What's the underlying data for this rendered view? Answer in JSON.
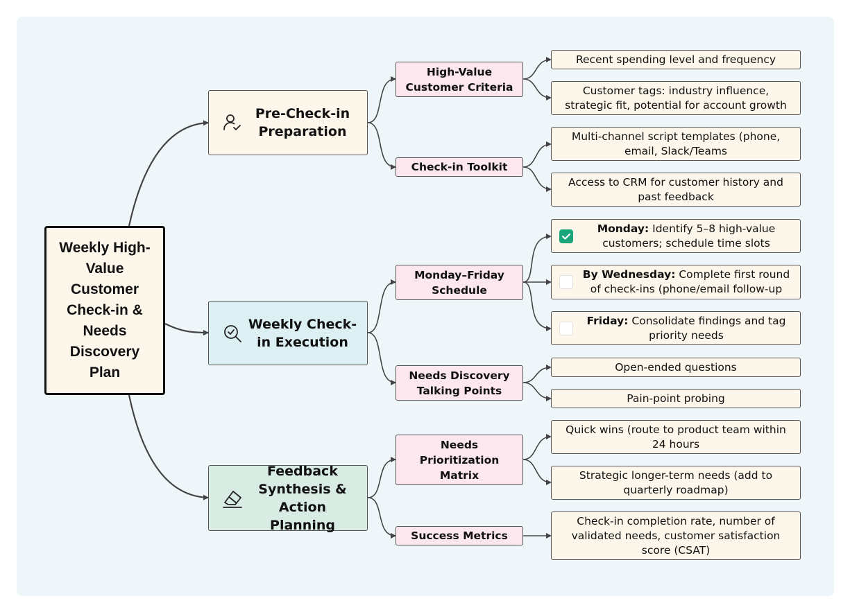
{
  "root": {
    "title": "Weekly High-Value Customer Check-in & Needs Discovery Plan"
  },
  "branches": [
    {
      "title": "Pre-Check-in Preparation",
      "icon": "user-check-icon",
      "children": [
        {
          "title": "High-Value Customer Criteria",
          "leaves": [
            "Recent spending level and frequency",
            "Customer tags: industry influence, strategic fit, potential for account growth"
          ]
        },
        {
          "title": "Check-in Toolkit",
          "leaves": [
            "Multi-channel script templates (phone, email, Slack/Teams",
            "Access to CRM for customer history and past feedback"
          ]
        }
      ]
    },
    {
      "title": "Weekly Check-in Execution",
      "icon": "search-check-icon",
      "children": [
        {
          "title": "Monday–Friday Schedule",
          "tasks": [
            {
              "label": "Monday:",
              "text": "Identify 5–8 high-value customers; schedule time slots",
              "done": true
            },
            {
              "label": "By Wednesday:",
              "text": "Complete first round of check-ins (phone/email follow-up",
              "done": false
            },
            {
              "label": "Friday:",
              "text": "Consolidate findings and tag priority needs",
              "done": false
            }
          ]
        },
        {
          "title": "Needs Discovery Talking Points",
          "leaves": [
            "Open-ended questions",
            "Pain-point probing"
          ]
        }
      ]
    },
    {
      "title": "Feedback Synthesis & Action Planning",
      "icon": "eraser-icon",
      "children": [
        {
          "title": "Needs Prioritization Matrix",
          "leaves": [
            "Quick wins (route to product team within 24 hours",
            "Strategic longer-term needs (add to quarterly roadmap)"
          ]
        },
        {
          "title": "Success Metrics",
          "leaves": [
            "Check-in completion rate, number of validated needs, customer satisfaction score (CSAT)"
          ]
        }
      ]
    }
  ],
  "colors": {
    "background": "#eef6fa",
    "preparation": "#fdf6ea",
    "execution": "#dcf0f4",
    "feedback": "#d9ece3",
    "subtopic": "#fce7ef",
    "leaf": "#fdf6ea",
    "checkbox_done": "#1aa67a",
    "connector": "#444444"
  }
}
